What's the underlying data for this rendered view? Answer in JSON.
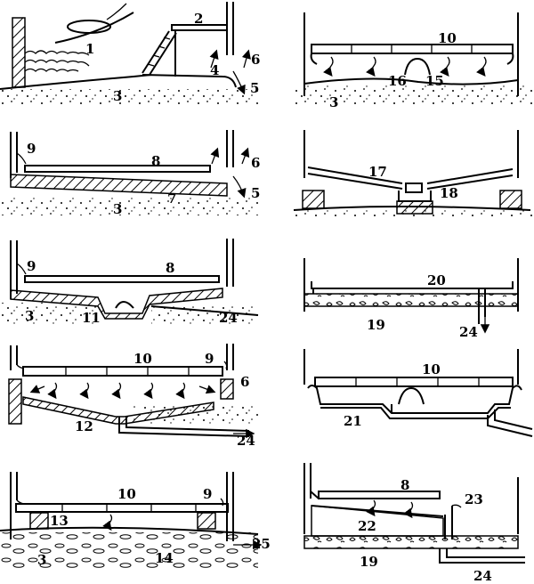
{
  "figure": {
    "panels": [
      {
        "id": "a",
        "labels": [
          "1",
          "2",
          "3",
          "4",
          "5",
          "6"
        ]
      },
      {
        "id": "b",
        "labels": [
          "10",
          "16",
          "15",
          "3"
        ]
      },
      {
        "id": "c",
        "labels": [
          "9",
          "8",
          "6",
          "3",
          "7",
          "5"
        ]
      },
      {
        "id": "d",
        "labels": [
          "17",
          "18"
        ]
      },
      {
        "id": "e",
        "labels": [
          "9",
          "8",
          "3",
          "11",
          "24"
        ]
      },
      {
        "id": "f",
        "labels": [
          "20",
          "19",
          "24"
        ]
      },
      {
        "id": "g",
        "labels": [
          "10",
          "9",
          "6",
          "12",
          "24"
        ]
      },
      {
        "id": "h",
        "labels": [
          "10",
          "21"
        ]
      },
      {
        "id": "i",
        "labels": [
          "10",
          "9",
          "13",
          "3",
          "14",
          "25"
        ]
      },
      {
        "id": "j",
        "labels": [
          "8",
          "23",
          "22",
          "19",
          "24"
        ]
      }
    ]
  },
  "labels": {
    "l1": "1",
    "l2": "2",
    "l3": "3",
    "l4": "4",
    "l5": "5",
    "l6": "6",
    "l7": "7",
    "l8": "8",
    "l9": "9",
    "l10": "10",
    "l11": "11",
    "l12": "12",
    "l13": "13",
    "l14": "14",
    "l15": "15",
    "l16": "16",
    "l17": "17",
    "l18": "18",
    "l19": "19",
    "l20": "20",
    "l21": "21",
    "l22": "22",
    "l23": "23",
    "l24": "24",
    "l25": "25"
  }
}
